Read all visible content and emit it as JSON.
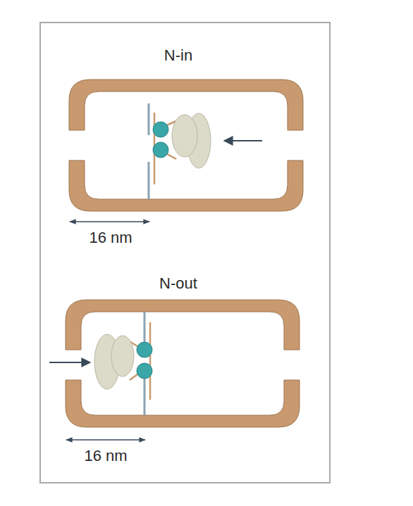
{
  "diagram": {
    "labels": [
      "N-in",
      "16 nm",
      "N-out",
      "16 nm"
    ]
  }
}
